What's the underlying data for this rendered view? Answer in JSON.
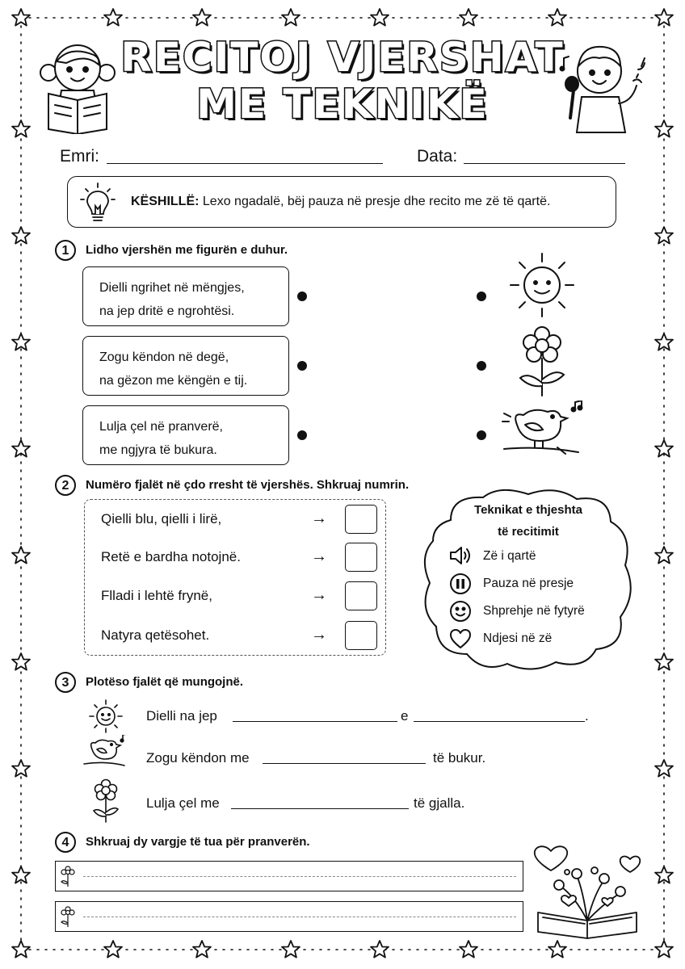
{
  "title": {
    "line1": "RECITOJ VJERSHAT",
    "line2": "ME TEKNIKË"
  },
  "header": {
    "name_label": "Emri:",
    "date_label": "Data:"
  },
  "tip": {
    "bold": "KËSHILLË:",
    "text": " Lexo ngadalë, bëj pauza në presje dhe recito me zë të qartë."
  },
  "q1": {
    "number": "1",
    "title": "Lidho vjershën me figurën e duhur.",
    "verses": [
      {
        "line1": "Dielli ngrihet në mëngjes,",
        "line2": "na jep dritë e ngrohtësi."
      },
      {
        "line1": "Zogu këndon në degë,",
        "line2": "na gëzon me këngën e tij."
      },
      {
        "line1": "Lulja çel në pranverë,",
        "line2": "me ngjyra të bukura."
      }
    ],
    "pictures": [
      "sun-icon",
      "flower-icon",
      "bird-icon"
    ]
  },
  "q2": {
    "number": "2",
    "title": "Numëro fjalët në çdo rresht të vjershës. Shkruaj numrin.",
    "rows": [
      "Qielli blu, qielli i lirë,",
      "Retë e bardha notojnë.",
      "Flladi i lehtë frynë,",
      "Natyra qetësohet."
    ],
    "arrow": "→"
  },
  "techniques": {
    "title_line1": "Teknikat e thjeshta",
    "title_line2": "të recitimit",
    "items": [
      {
        "icon": "speaker-icon",
        "label": "Zë i qartë"
      },
      {
        "icon": "pause-icon",
        "label": "Pauza në presje"
      },
      {
        "icon": "smiley-icon",
        "label": "Shprehje në fytyrë"
      },
      {
        "icon": "heart-icon",
        "label": "Ndjesi në zë"
      }
    ]
  },
  "q3": {
    "number": "3",
    "title": "Plotëso fjalët që mungojnë.",
    "s1_a": "Dielli na jep",
    "s1_b": "e",
    "s1_c": ".",
    "s2_a": "Zogu këndon me",
    "s2_b": "të bukur.",
    "s3_a": "Lulja çel me",
    "s3_b": "të gjalla."
  },
  "q4": {
    "number": "4",
    "title": "Shkruaj dy vargje të tua për pranverën."
  }
}
